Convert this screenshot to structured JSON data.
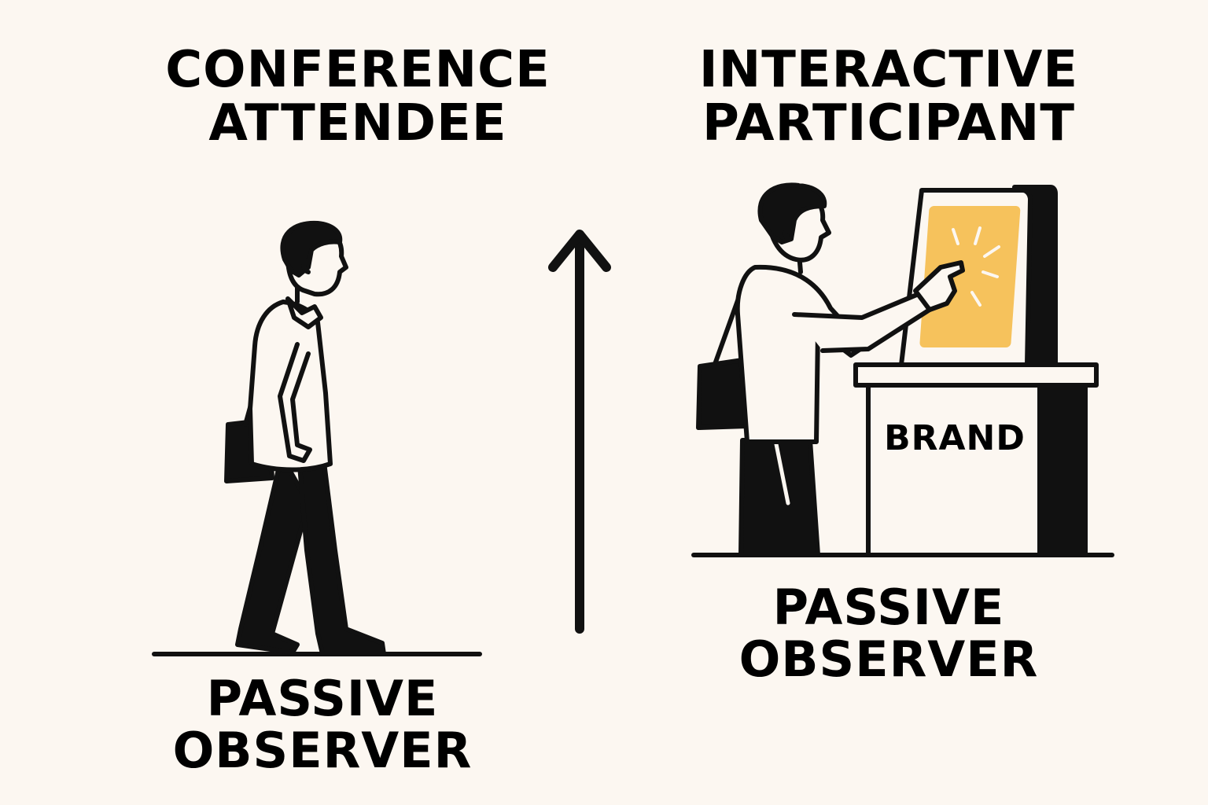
{
  "colors": {
    "background": "#fcf7f1",
    "ink": "#111111",
    "screen_accent": "#f6c25c",
    "figure_fill": "#fcf7f1"
  },
  "left": {
    "title_line1": "CONFERENCE",
    "title_line2": "ATTENDEE",
    "caption_line1": "PASSIVE",
    "caption_line2": "OBSERVER",
    "figure": "walking-person-icon"
  },
  "center": {
    "arrow": "up-arrow-icon"
  },
  "right": {
    "title_line1": "INTERACTIVE",
    "title_line2": "PARTICIPANT",
    "caption_line1": "PASSIVE",
    "caption_line2": "OBSERVER",
    "booth_label": "BRAND",
    "figure": "person-touching-screen-icon"
  }
}
